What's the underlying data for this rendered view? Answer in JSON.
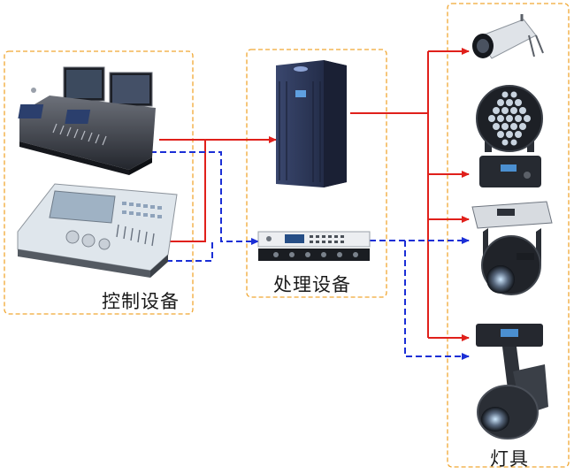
{
  "groups": {
    "control": {
      "label": "控制设备"
    },
    "processing": {
      "label": "处理设备"
    },
    "lights": {
      "label": "灯具"
    }
  },
  "colors": {
    "group_border": "#f0a733",
    "red_line": "#e0201b",
    "blue_line": "#1b2fd6",
    "device_dark": "#1f2430",
    "server_blue": "#2e3a5c",
    "console_light": "#dfe6ec"
  },
  "devices": [
    {
      "group": "control",
      "icon": "dual-screen-lighting-console-icon"
    },
    {
      "group": "control",
      "icon": "white-lighting-console-icon"
    },
    {
      "group": "processing",
      "icon": "media-server-tower-icon"
    },
    {
      "group": "processing",
      "icon": "rack-signal-processor-icon"
    },
    {
      "group": "lights",
      "icon": "follow-spot-icon"
    },
    {
      "group": "lights",
      "icon": "led-wash-moving-head-icon"
    },
    {
      "group": "lights",
      "icon": "beam-moving-head-icon"
    },
    {
      "group": "lights",
      "icon": "spot-moving-head-icon"
    }
  ]
}
